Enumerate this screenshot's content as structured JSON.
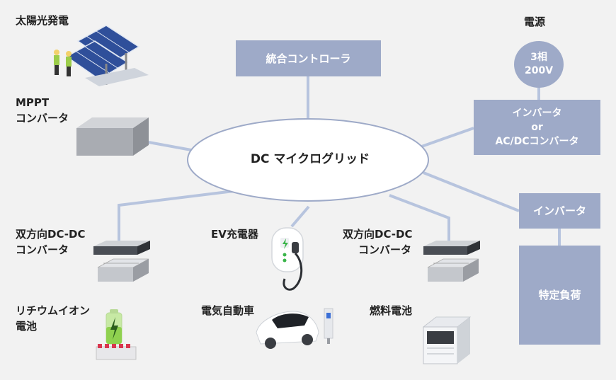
{
  "center": {
    "label": "DC マイクログリッド"
  },
  "solar": {
    "label": "太陽光発電"
  },
  "mppt": {
    "line1": "MPPT",
    "line2": "コンバータ"
  },
  "controller": {
    "label": "統合コントローラ"
  },
  "power_source": {
    "label": "電源",
    "circle_line1": "3相",
    "circle_line2": "200V"
  },
  "inverter_ac_dc": {
    "line1": "インバータ",
    "line2": "or",
    "line3": "AC/DCコンバータ"
  },
  "inverter": {
    "label": "インバータ"
  },
  "specific_load": {
    "label": "特定負荷"
  },
  "bidir_left": {
    "line1": "双方向DC-DC",
    "line2": "コンバータ"
  },
  "lithium": {
    "line1": "リチウムイオン",
    "line2": "電池"
  },
  "ev_charger": {
    "label": "EV充電器"
  },
  "ev": {
    "label": "電気自動車"
  },
  "bidir_right": {
    "line1": "双方向DC-DC",
    "line2": "コンバータ"
  },
  "fuel_cell": {
    "label": "燃料電池"
  },
  "colors": {
    "box": "#9eaac8",
    "connector": "#b7c4de",
    "background": "#f2f2f2",
    "ellipse_border": "#9eaac8",
    "battery_green": "#8fd14f",
    "battery_red": "#d9364f",
    "solar_panel": "#2f4f9a"
  }
}
